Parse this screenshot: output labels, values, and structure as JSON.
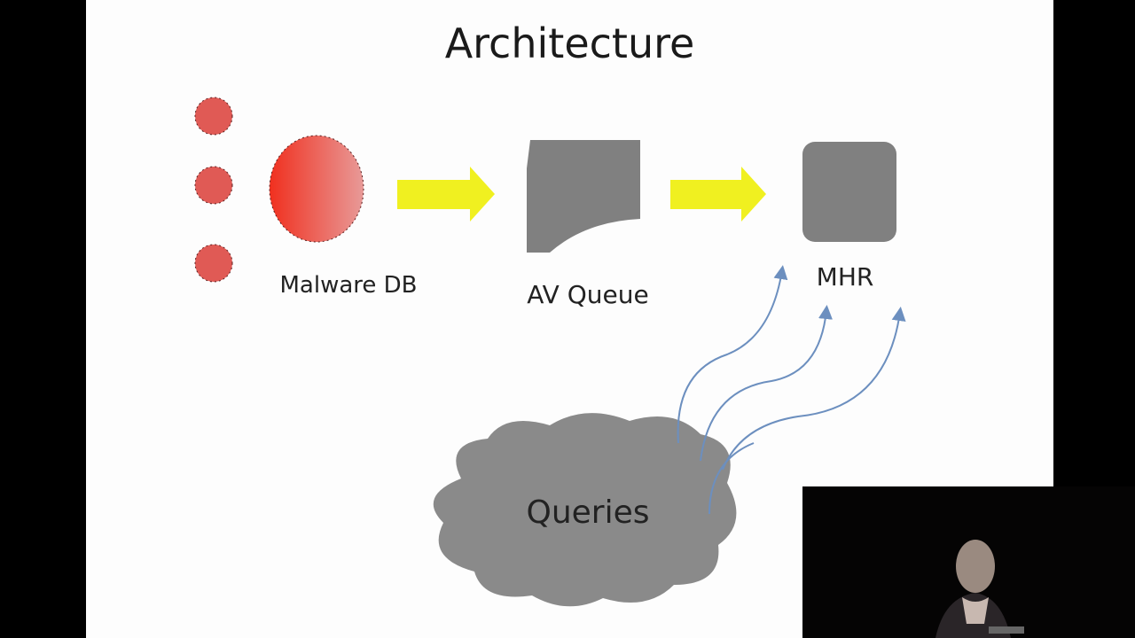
{
  "slide": {
    "title": "Architecture",
    "labels": {
      "malware_db": "Malware DB",
      "av_queue": "AV Queue",
      "mhr": "MHR",
      "queries": "Queries"
    },
    "colors": {
      "malware": "#e8423a",
      "arrow": "#f0f020",
      "box": "#808080",
      "cloud": "#8a8a8a",
      "query_arrows": "#6c8fbf"
    }
  },
  "speaker_video": {
    "description_icon": "speaker-video-feed"
  }
}
